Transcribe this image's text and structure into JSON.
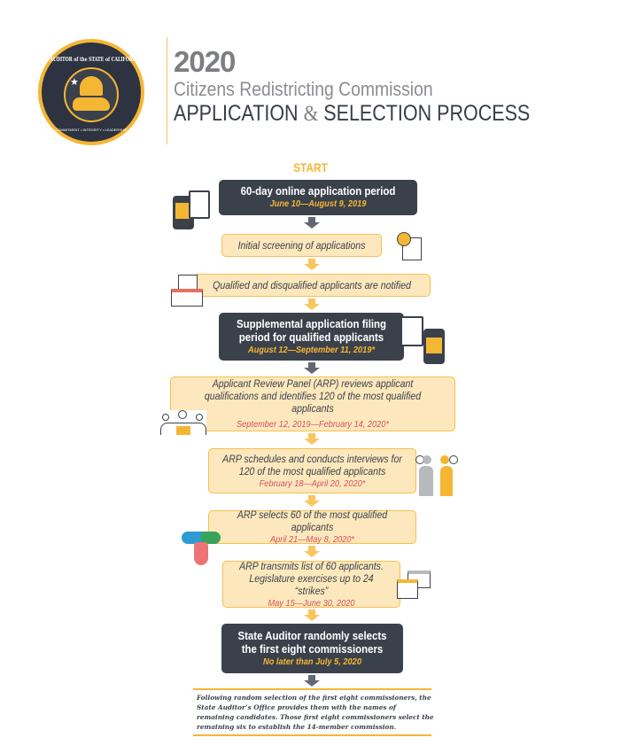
{
  "header": {
    "seal_text_top": "AUDITOR of the STATE of CALIFORNIA",
    "seal_text_bottom": "COMMITMENT • INTEGRITY • LEADERSHIP",
    "year": "2020",
    "subtitle": "Citizens Redistricting Commission",
    "title_part1": "APPLICATION",
    "title_amp": "&",
    "title_part2": "SELECTION PROCESS"
  },
  "start_label": "START",
  "steps": [
    {
      "text": "60-day online application period",
      "date": "June 10—August 9, 2019"
    },
    {
      "text": "Initial screening of applications"
    },
    {
      "text": "Qualified and disqualified applicants are notified"
    },
    {
      "text": "Supplemental application filing period for qualified applicants",
      "date": "August 12—September 11, 2019*"
    },
    {
      "text": "Applicant Review Panel (ARP) reviews applicant qualifications and identifies 120 of the most qualified applicants",
      "date": "September 12, 2019—February 14, 2020*"
    },
    {
      "text": "ARP schedules and conducts interviews for 120 of the most qualified applicants",
      "date": "February 18—April 20, 2020*"
    },
    {
      "text": "ARP selects 60 of the most qualified applicants",
      "date": "April 21—May 8, 2020*"
    },
    {
      "text": "ARP transmits list of 60 applicants. Legislature exercises up to 24 “strikes”",
      "date": "May 15—June 30, 2020"
    },
    {
      "text": "State Auditor randomly selects the first eight commissioners",
      "date": "No later than July 5, 2020"
    }
  ],
  "footnote": "Following random selection of the first eight commissioners, the State Auditor’s Office provides them with the names of remaining candidates. Those first eight commissioners select the remaining six to establish the 14-member commission.",
  "colors": {
    "dark": "#3b414b",
    "light": "#fde8bd",
    "accent": "#f5b634",
    "date_red": "#d5505e"
  }
}
